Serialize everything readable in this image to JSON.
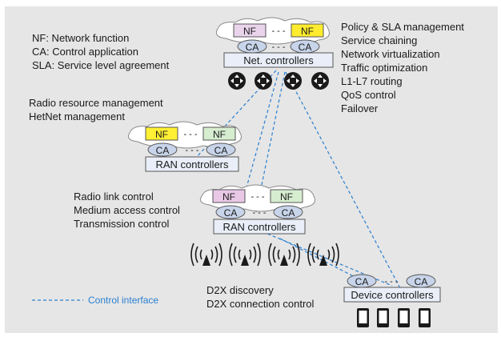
{
  "glossary": [
    "NF: Network function",
    "CA: Control application",
    "SLA: Service level agreement"
  ],
  "core_functions": [
    "Policy & SLA management",
    "Service chaining",
    "Network virtualization",
    "Traffic optimization",
    "L1-L7 routing",
    "QoS control",
    "Failover"
  ],
  "regional_functions": [
    "Radio resource management",
    "HetNet management"
  ],
  "access_functions": [
    "Radio link control",
    "Medium access control",
    "Transmission control"
  ],
  "device_functions": [
    "D2X discovery",
    "D2X connection control"
  ],
  "labels": {
    "nf": "NF",
    "ca": "CA",
    "dash": "- - -",
    "net_controllers": "Net. controllers",
    "ran_controllers": "RAN controllers",
    "device_controllers": "Device controllers"
  },
  "legend": {
    "control_interface": "Control interface"
  },
  "colors": {
    "background": "#e6e6e6",
    "nf_core_left": "#ead4ec",
    "nf_core_right": "#ffec2e",
    "nf_regional_left": "#fff033",
    "nf_regional_right": "#d6edd0",
    "nf_access_left": "#e9c8e6",
    "nf_access_right": "#d6edd0",
    "ca_fill": "#c7d4ea",
    "controller_fill": "#e9eef8",
    "control_line": "#2a7fd0"
  }
}
